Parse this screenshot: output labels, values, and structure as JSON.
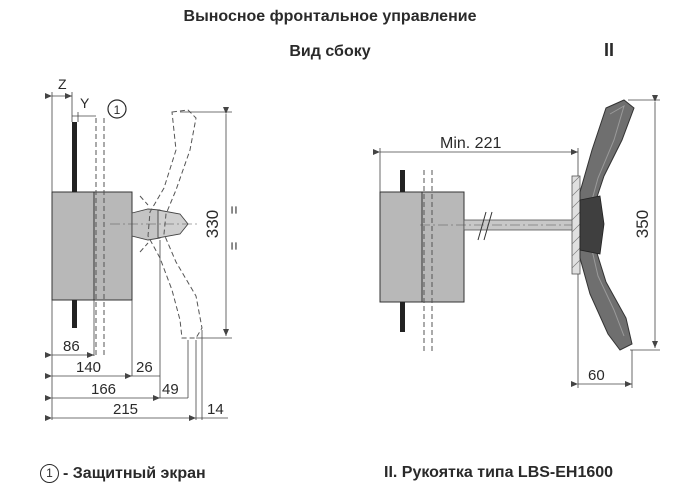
{
  "header": {
    "title": "Выносное фронтальное управление",
    "subtitle": "Вид сбоку",
    "numeral": "II"
  },
  "left_view": {
    "labels": {
      "z": "Z",
      "y": "Y",
      "callout": "1",
      "height": "330",
      "eq_top": "=",
      "eq_bottom": "="
    },
    "dimensions": [
      "86",
      "140",
      "26",
      "166",
      "49",
      "215",
      "14"
    ]
  },
  "right_view": {
    "min_length": "Min. 221",
    "height": "350",
    "depth": "60"
  },
  "footer": {
    "callout_number": "1",
    "callout_text": "- Защитный экран",
    "caption": "II. Рукоятка типа LBS-EH1600"
  }
}
